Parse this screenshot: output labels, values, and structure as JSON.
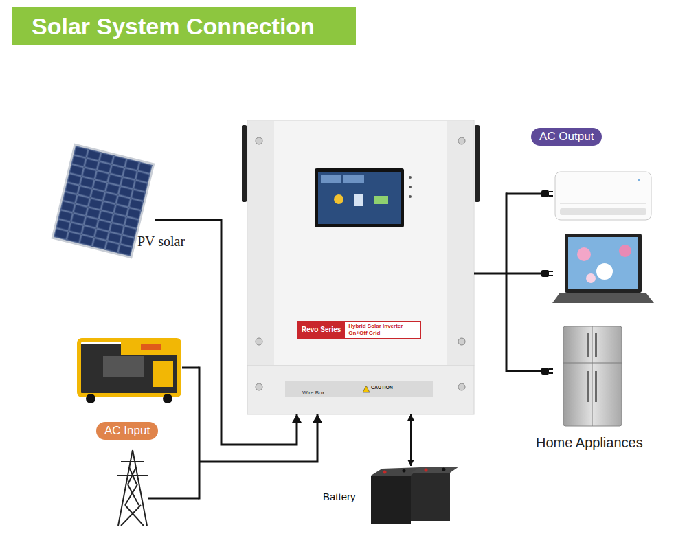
{
  "diagram": {
    "title": "Solar System Connection",
    "nodes": [
      {
        "text": [
          "PV solar"
        ]
      },
      {
        "text": [
          "Wire Box",
          "CAUTION"
        ]
      },
      {
        "text": [
          "Revo Series",
          "Hybrid Solar Inverter On+Off Grid"
        ],
        "in": 1
      },
      {
        "text": [
          "AC Output"
        ]
      },
      {
        "text": [
          "Home Appliances"
        ]
      },
      {
        "text": [
          "AC Input"
        ]
      },
      {
        "text": [
          "Battery"
        ]
      }
    ],
    "edges": [
      {
        "from": 0,
        "to": 1,
        "arrow": "to"
      },
      {
        "from": 5,
        "to": 1,
        "arrow": "to"
      },
      {
        "from": 1,
        "to": 6,
        "arrow": "both"
      },
      {
        "from": 1,
        "to": 4,
        "arrow": "none"
      }
    ]
  }
}
